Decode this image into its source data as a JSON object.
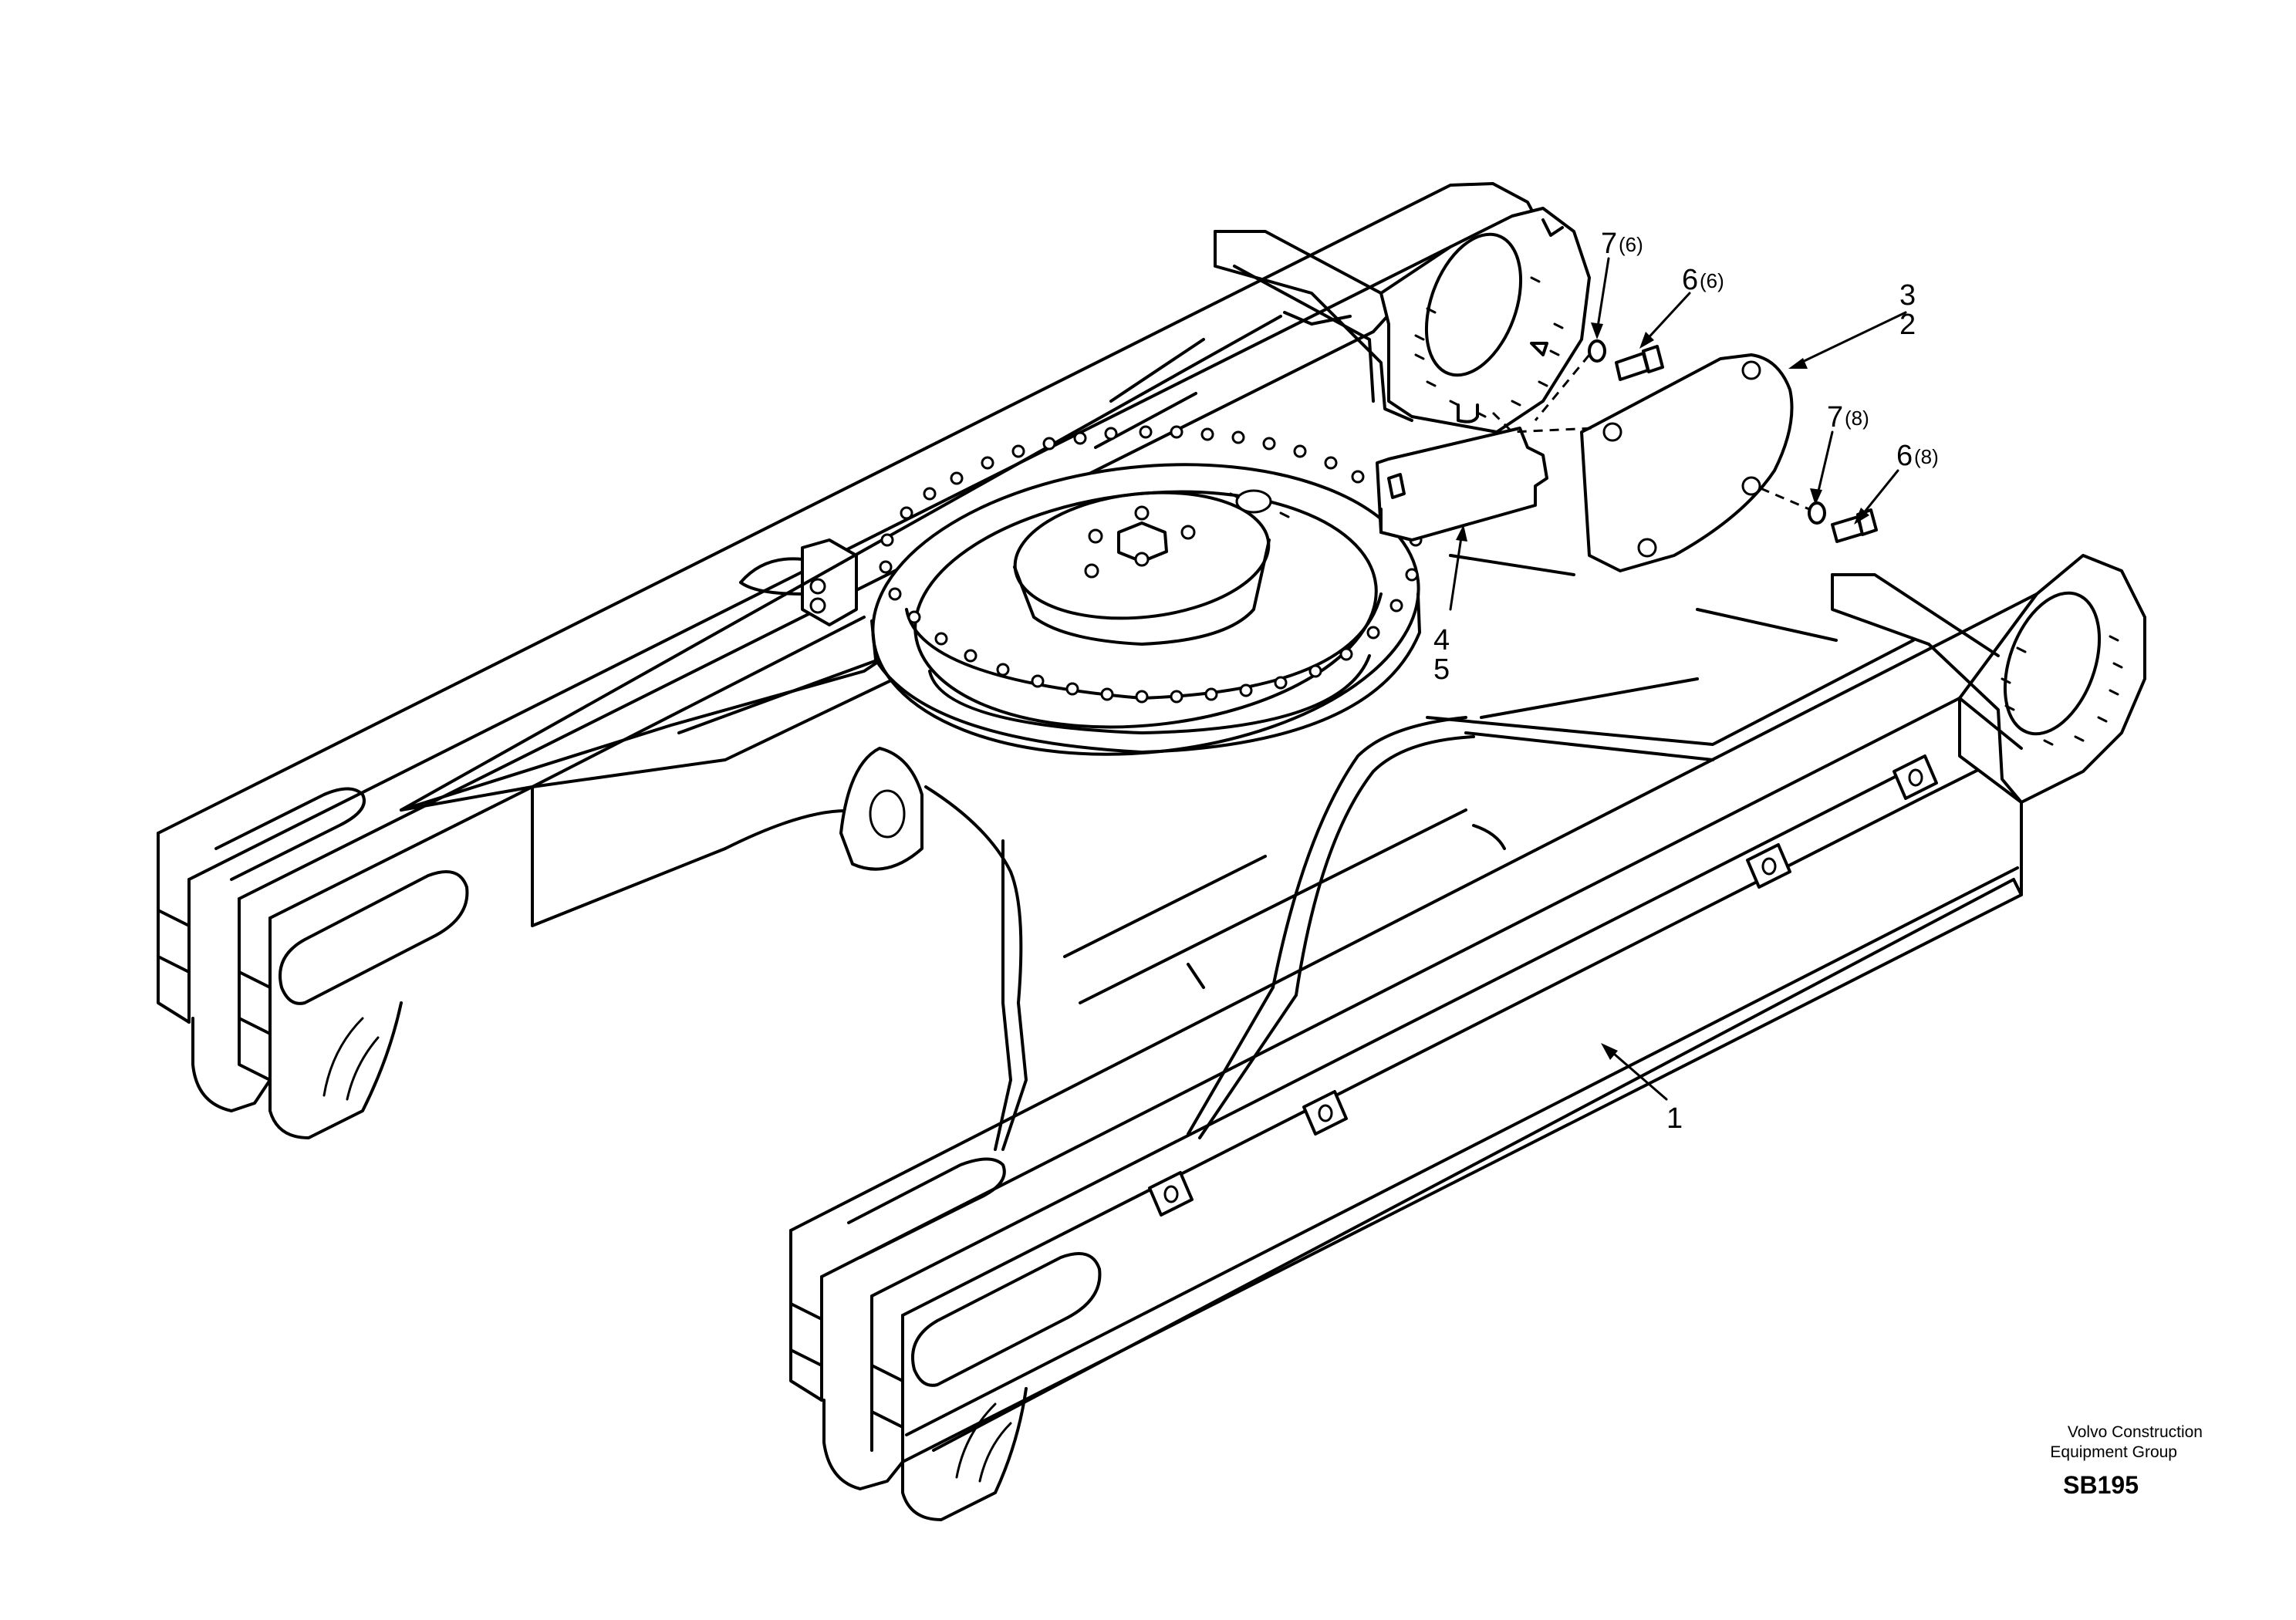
{
  "callouts": [
    {
      "id": "c7a",
      "label": "7",
      "qty": "(6)"
    },
    {
      "id": "c6a",
      "label": "6",
      "qty": "(6)"
    },
    {
      "id": "c3",
      "label": "3"
    },
    {
      "id": "c2",
      "label": "2"
    },
    {
      "id": "c7b",
      "label": "7",
      "qty": "(8)"
    },
    {
      "id": "c6b",
      "label": "6",
      "qty": "(8)"
    },
    {
      "id": "c4",
      "label": "4"
    },
    {
      "id": "c5",
      "label": "5"
    },
    {
      "id": "c1",
      "label": "1"
    }
  ],
  "footer": {
    "company_line1": "Volvo Construction",
    "company_line2": "Equipment Group",
    "drawing_code": "SB195"
  }
}
